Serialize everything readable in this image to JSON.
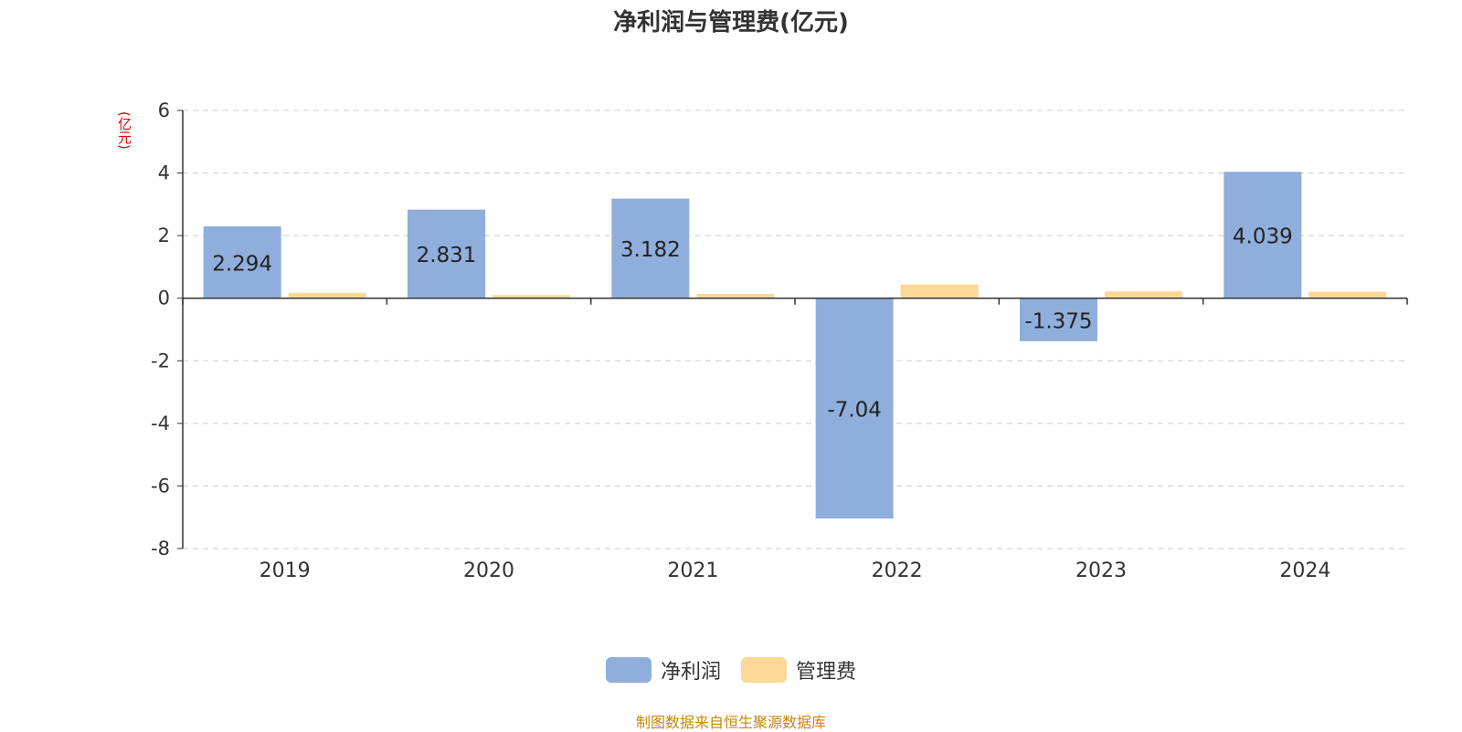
{
  "chart_data": {
    "type": "bar",
    "title": "净利润与管理费(亿元)",
    "unit_label": "(亿元)",
    "categories": [
      "2019",
      "2020",
      "2021",
      "2022",
      "2023",
      "2024"
    ],
    "series": [
      {
        "name": "净利润",
        "values": [
          2.294,
          2.831,
          3.182,
          -7.04,
          -1.375,
          4.039
        ],
        "labels": [
          "2.294",
          "2.831",
          "3.182",
          "-7.04",
          "-1.375",
          "4.039"
        ],
        "color": "#8faedb"
      },
      {
        "name": "管理费",
        "values": [
          0.17,
          0.1,
          0.14,
          0.44,
          0.22,
          0.21
        ],
        "color": "#fbd898"
      }
    ],
    "yticks": [
      "6",
      "4",
      "2",
      "0",
      "-2",
      "-4",
      "-6",
      "-8"
    ],
    "ylim": [
      -8,
      6
    ],
    "grid": true,
    "legend_position": "bottom-center"
  },
  "source_note": "制图数据来自恒生聚源数据库"
}
